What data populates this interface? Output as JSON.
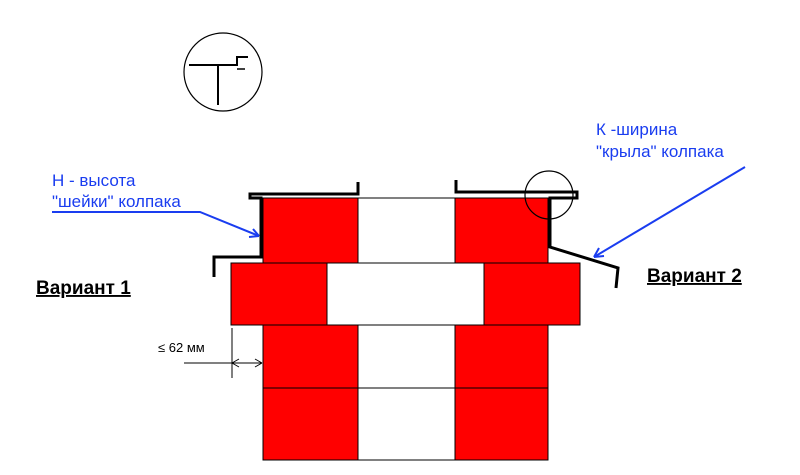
{
  "labels": {
    "h_line1": "Н - высота",
    "h_line2": "\"шейки\" колпака",
    "k_line1": "К -ширина",
    "k_line2": "\"крыла\" колпака",
    "variant1": "Вариант 1",
    "variant2": "Вариант 2",
    "dimension": "≤ 62 мм"
  },
  "colors": {
    "brick": "#ff0000",
    "annotation": "#1a3df0",
    "outline": "#000000"
  }
}
